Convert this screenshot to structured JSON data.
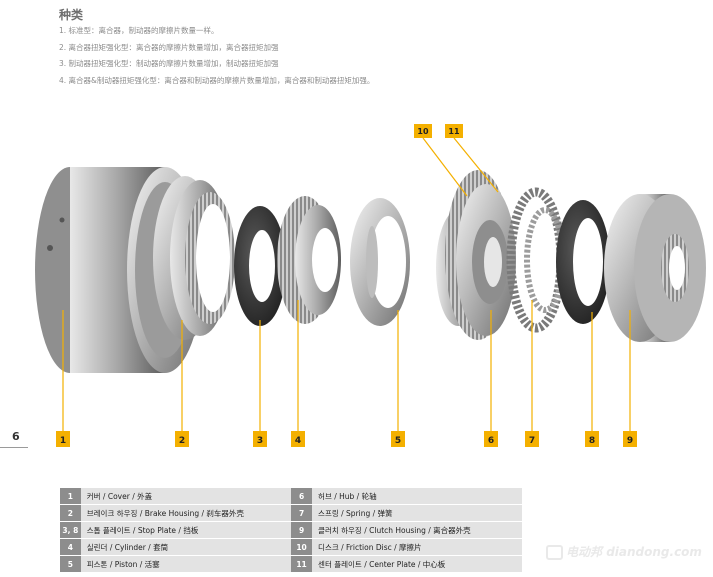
{
  "header": {
    "title": "种类",
    "types": [
      "1. 标准型：离合器，制动器的摩擦片数量一样。",
      "2. 离合器扭矩强化型：离合器的摩擦片数量增加，离合器扭矩加强",
      "3. 制动器扭矩强化型：制动器的摩擦片数量增加，制动器扭矩加强",
      "4. 离合器&制动器扭矩强化型：离合器和制动器的摩擦片数量增加，离合器和制动器扭矩加强。"
    ]
  },
  "page_number": "6",
  "diagram": {
    "callouts_bottom": [
      "1",
      "2",
      "3",
      "4",
      "5",
      "6",
      "7",
      "8",
      "9"
    ],
    "callouts_top": [
      "10",
      "11"
    ],
    "callout_color": "#f4b000"
  },
  "legend": {
    "left": [
      {
        "num": "1",
        "text": "커버 / Cover / 外盖"
      },
      {
        "num": "2",
        "text": "브레이크 하우징 / Brake Housing / 刹车器外壳"
      },
      {
        "num": "3, 8",
        "text": "스톱 플레이트 / Stop Plate / 挡板"
      },
      {
        "num": "4",
        "text": "실린더 / Cylinder / 套筒"
      },
      {
        "num": "5",
        "text": "피스톤 / Piston / 活塞"
      }
    ],
    "right": [
      {
        "num": "6",
        "text": "허브 / Hub / 轮轴"
      },
      {
        "num": "7",
        "text": "스프링 / Spring / 弹簧"
      },
      {
        "num": "9",
        "text": "클러치 하우징 / Clutch Housing / 离合器外壳"
      },
      {
        "num": "10",
        "text": "디스크 / Friction Disc / 摩擦片"
      },
      {
        "num": "11",
        "text": "센터 플레이트 / Center Plate / 中心板"
      }
    ]
  },
  "watermark": {
    "brand": "电动邦",
    "site": "diandong.com"
  }
}
